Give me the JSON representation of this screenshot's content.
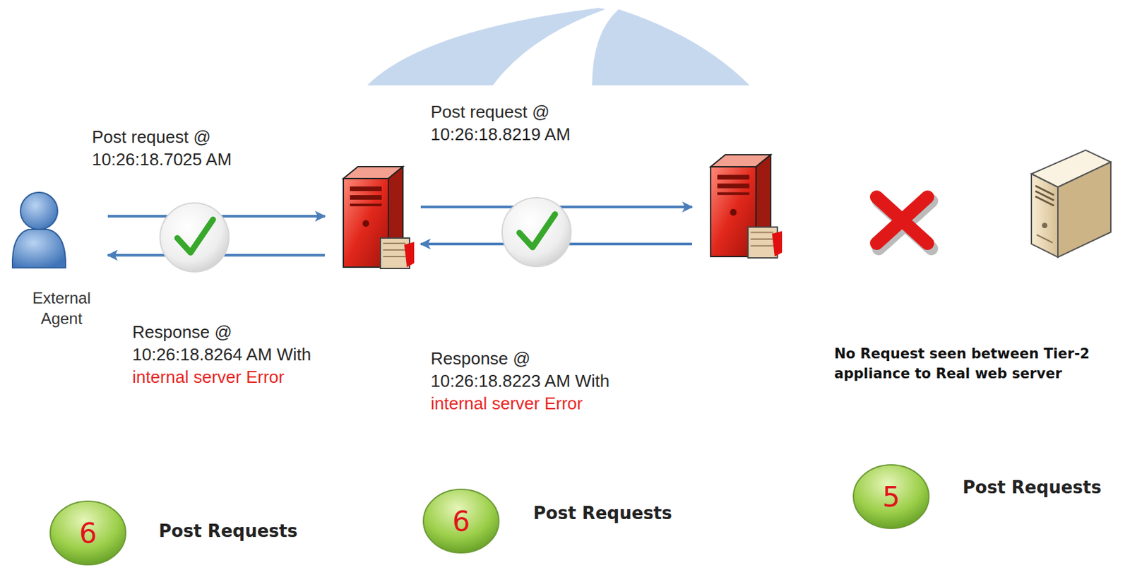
{
  "diagram": {
    "nodes": [
      {
        "text": [
          "External Agent"
        ]
      },
      {
        "text": []
      },
      {
        "text": []
      },
      {
        "text": []
      },
      {
        "text": [
          "6",
          "Post Requests"
        ]
      },
      {
        "text": [
          "6",
          "Post Requests"
        ]
      },
      {
        "text": [
          "5",
          "Post Requests"
        ]
      }
    ],
    "edges": [
      {
        "from": 0,
        "to": 1,
        "arrow": "to",
        "label": "Post request @ 10:26:18.7025 AM"
      },
      {
        "from": 1,
        "to": 0,
        "arrow": "to"
      },
      {
        "from": 1,
        "to": 2,
        "arrow": "to",
        "label": "Post request @ 10:26:18.8219 AM"
      },
      {
        "from": 2,
        "to": 1,
        "arrow": "to"
      }
    ],
    "labels": [
      "Response @ 10:26:18.8264 AM With",
      "internal server Error",
      "Response @ 10:26:18.8223 AM With",
      "internal server Error",
      "No Request seen between Tier-2 appliance to Real web server"
    ]
  }
}
